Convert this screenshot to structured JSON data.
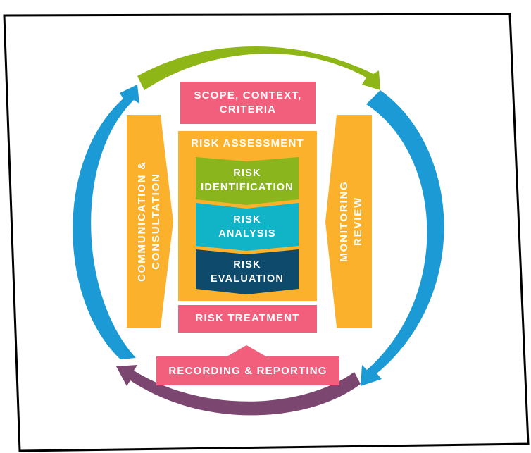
{
  "nodes": {
    "scope": {
      "line1": "SCOPE, CONTEXT,",
      "line2": "CRITERIA"
    },
    "assessment": {
      "label": "RISK ASSESSMENT"
    },
    "identification": {
      "line1": "RISK",
      "line2": "IDENTIFICATION"
    },
    "analysis": {
      "line1": "RISK",
      "line2": "ANALYSIS"
    },
    "evaluation": {
      "line1": "RISK",
      "line2": "EVALUATION"
    },
    "treatment": {
      "label": "RISK TREATMENT"
    },
    "recording": {
      "label": "RECORDING & REPORTING"
    },
    "communication": {
      "line1": "COMMUNICATION &",
      "line2": "CONSULTATION"
    },
    "monitoring": {
      "line1": "MONITORING",
      "line2": "REVIEW"
    }
  },
  "colors": {
    "pink": "#f25f7c",
    "orange": "#fbb12b",
    "green": "#8ab51c",
    "teal": "#11b4c6",
    "navy": "#0e4a6c",
    "blue": "#1b9ad6",
    "purple": "#7b4670",
    "lime": "#8db616"
  }
}
